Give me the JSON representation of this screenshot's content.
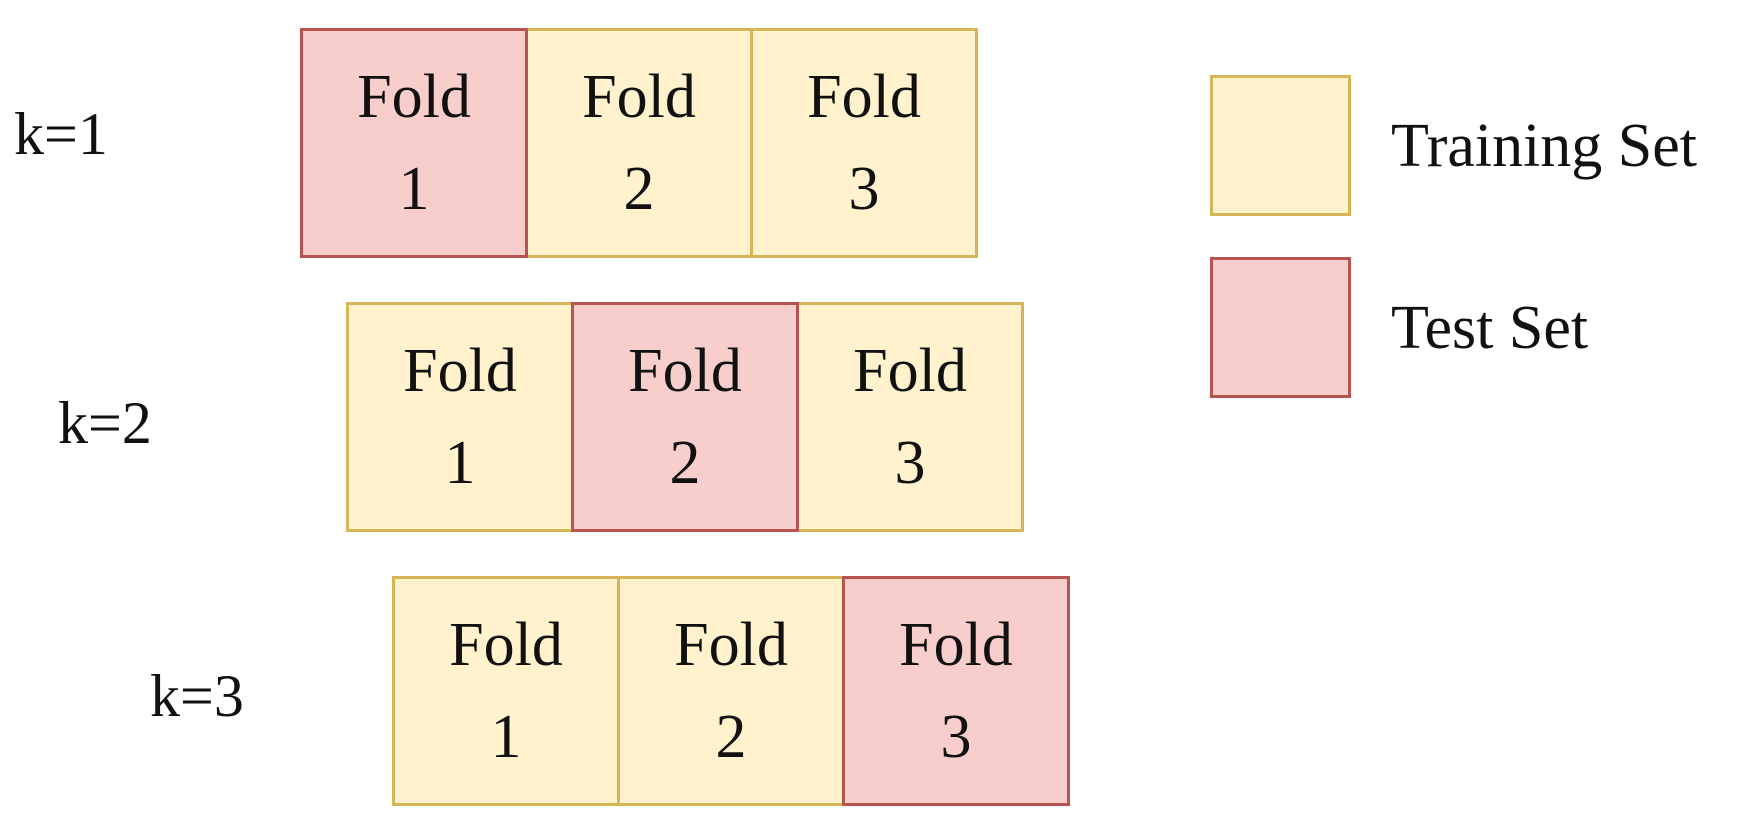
{
  "rows": [
    {
      "label": "k=1",
      "folds": [
        {
          "word": "Fold",
          "num": "1",
          "role": "test"
        },
        {
          "word": "Fold",
          "num": "2",
          "role": "train"
        },
        {
          "word": "Fold",
          "num": "3",
          "role": "train"
        }
      ]
    },
    {
      "label": "k=2",
      "folds": [
        {
          "word": "Fold",
          "num": "1",
          "role": "train"
        },
        {
          "word": "Fold",
          "num": "2",
          "role": "test"
        },
        {
          "word": "Fold",
          "num": "3",
          "role": "train"
        }
      ]
    },
    {
      "label": "k=3",
      "folds": [
        {
          "word": "Fold",
          "num": "1",
          "role": "train"
        },
        {
          "word": "Fold",
          "num": "2",
          "role": "train"
        },
        {
          "word": "Fold",
          "num": "3",
          "role": "test"
        }
      ]
    }
  ],
  "legend": {
    "training_label": "Training Set",
    "test_label": "Test Set"
  },
  "colors": {
    "train_fill": "#fff2cc",
    "train_border": "#d6b656",
    "test_fill": "#f8cecc",
    "test_border": "#b85450"
  }
}
